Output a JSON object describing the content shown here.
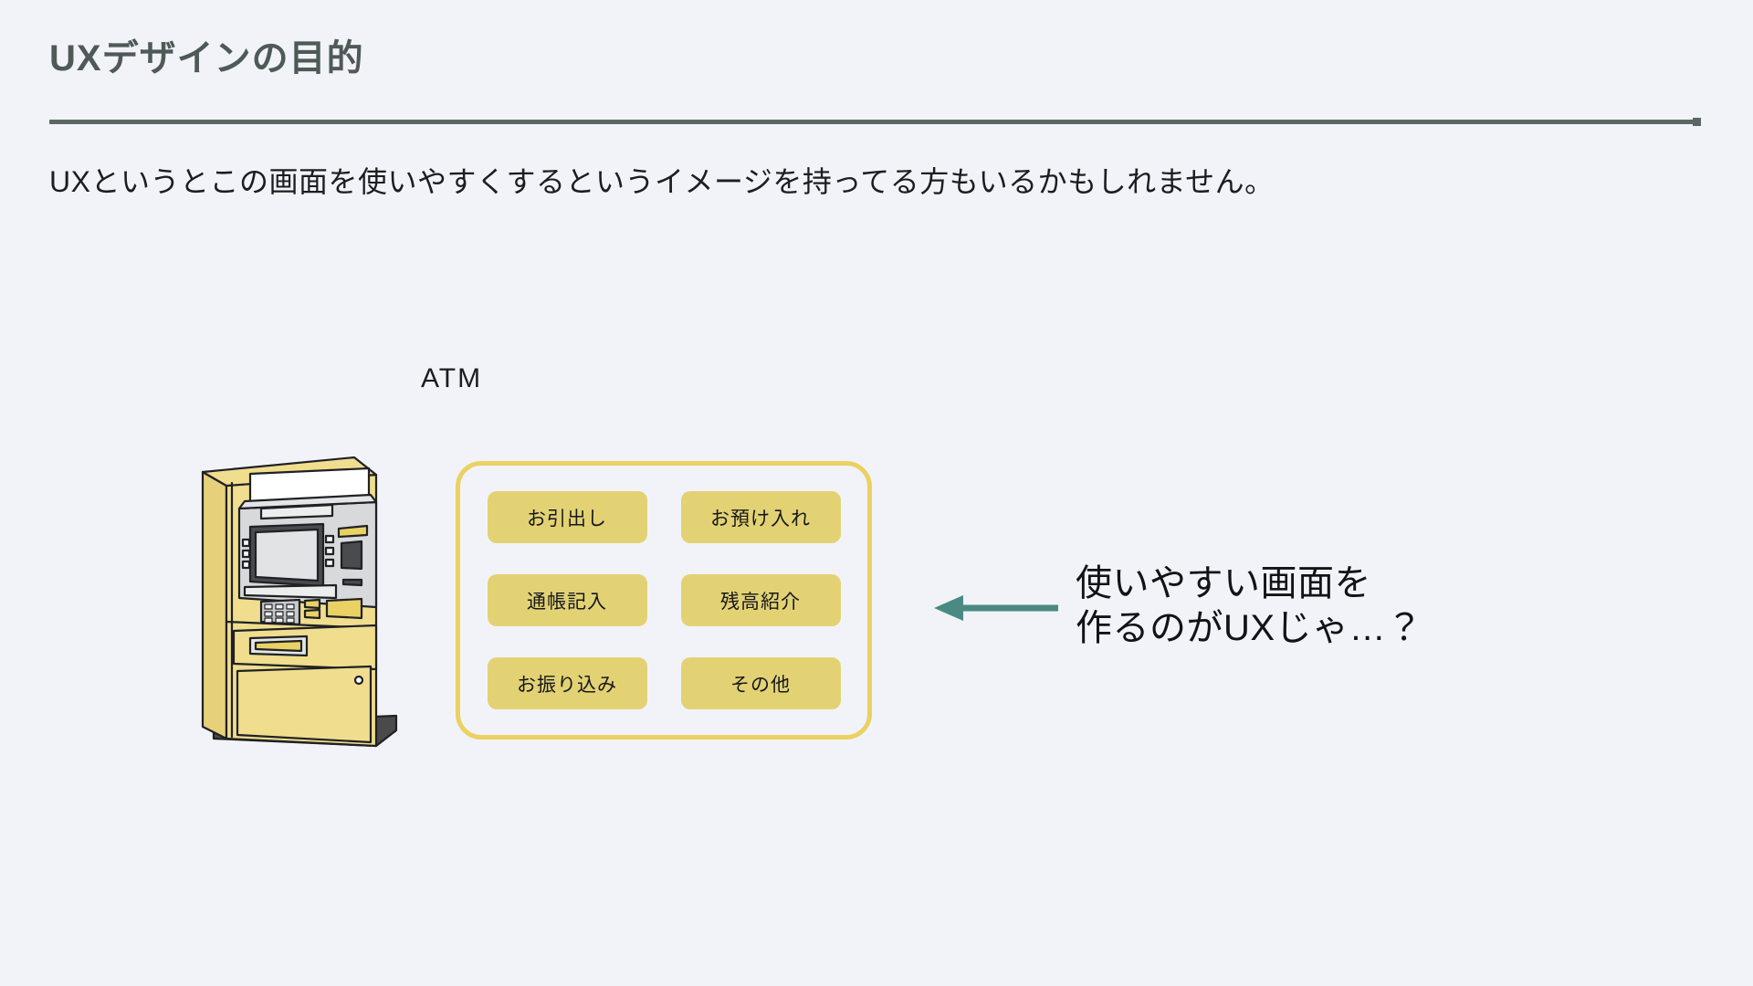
{
  "slide": {
    "title": "UXデザインの目的",
    "lead_text": "UXというとこの画面を使いやすくするというイメージを持ってる方もいるかもしれません。"
  },
  "diagram": {
    "atm_caption": "ATM",
    "atm_illustration_name": "atm-machine-illustration",
    "panel_buttons": [
      {
        "label": "お引出し"
      },
      {
        "label": "お預け入れ"
      },
      {
        "label": "通帳記入"
      },
      {
        "label": "残高紹介"
      },
      {
        "label": "お振り込み"
      },
      {
        "label": "その他"
      }
    ]
  },
  "annotation": {
    "arrow_icon": "left-arrow-icon",
    "arrow_direction": "left",
    "text_line_1": "使いやすい画面を",
    "text_line_2": "作るのがUXじゃ…？",
    "text": "使いやすい画面を\n作るのがUXじゃ…？"
  },
  "colors": {
    "background": "#f2f3f8",
    "title_text": "#4e5a57",
    "rule": "#5b6763",
    "body_text": "#1b1d21",
    "panel_border": "#e9d263",
    "button_fill": "#e3d274",
    "button_text": "#16181c",
    "arrow": "#4a8a82",
    "atm_body": "#f0dd8e",
    "atm_body_shade": "#e6d07a",
    "atm_panel_gray": "#d8d9da",
    "atm_outline": "#1f2124"
  }
}
